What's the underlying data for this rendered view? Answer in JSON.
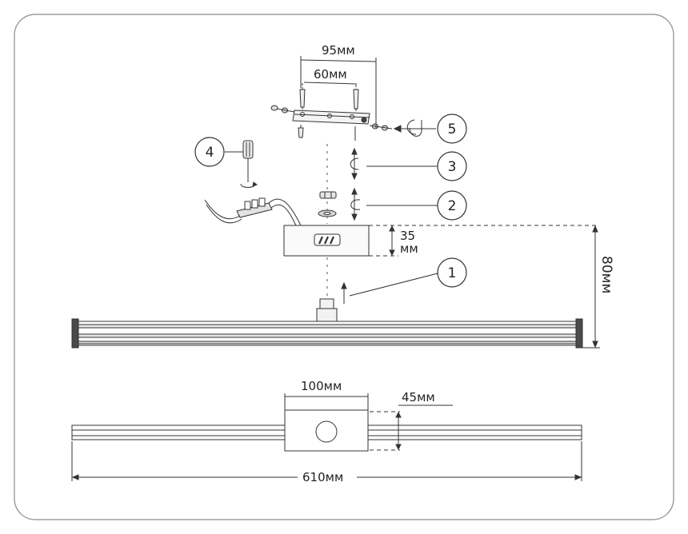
{
  "dimensions": {
    "bracket_outer": "95мм",
    "bracket_inner": "60мм",
    "box_height_line1": "35",
    "box_height_line2": "мм",
    "total_height": "80мм",
    "base_width": "100мм",
    "base_depth": "45мм",
    "fixture_length": "610мм"
  },
  "callouts": [
    "1",
    "2",
    "3",
    "4",
    "5"
  ],
  "colors": {
    "line": "#333333",
    "thin": "#555555",
    "frame": "#777777",
    "fill_dark": "#4a4a4a",
    "fill_light": "#cfcfcf"
  }
}
